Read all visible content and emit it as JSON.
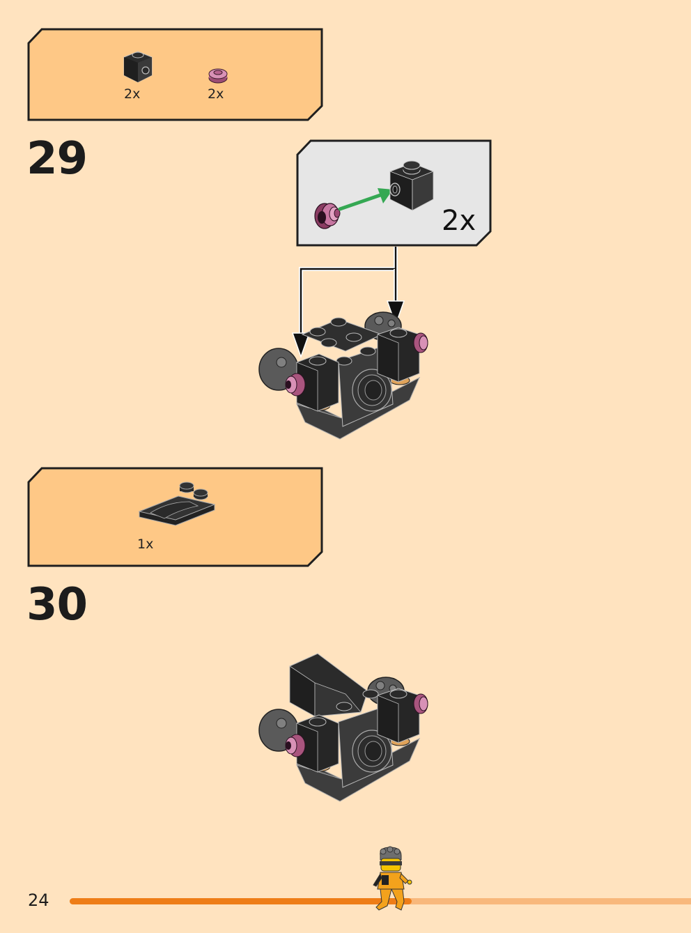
{
  "page_number": "24",
  "steps": [
    {
      "number": "29",
      "parts_list": [
        {
          "icon": "black-brick-1x1-with-stud-icon",
          "qty": "2x"
        },
        {
          "icon": "pink-round-plate-1x1-icon",
          "qty": "2x"
        }
      ],
      "subassembly_qty": "2x"
    },
    {
      "number": "30",
      "parts_list": [
        {
          "icon": "black-curved-slope-plate-icon",
          "qty": "1x"
        }
      ]
    }
  ],
  "colors": {
    "page_bg": "#ffe3bf",
    "parts_box_bg": "#fec886",
    "callout_bg": "#e6e6e6",
    "arrow_green": "#35a853",
    "progress_done": "#ee7d17",
    "progress_remaining": "#f8b87c"
  },
  "progress": {
    "fraction": 0.55
  }
}
